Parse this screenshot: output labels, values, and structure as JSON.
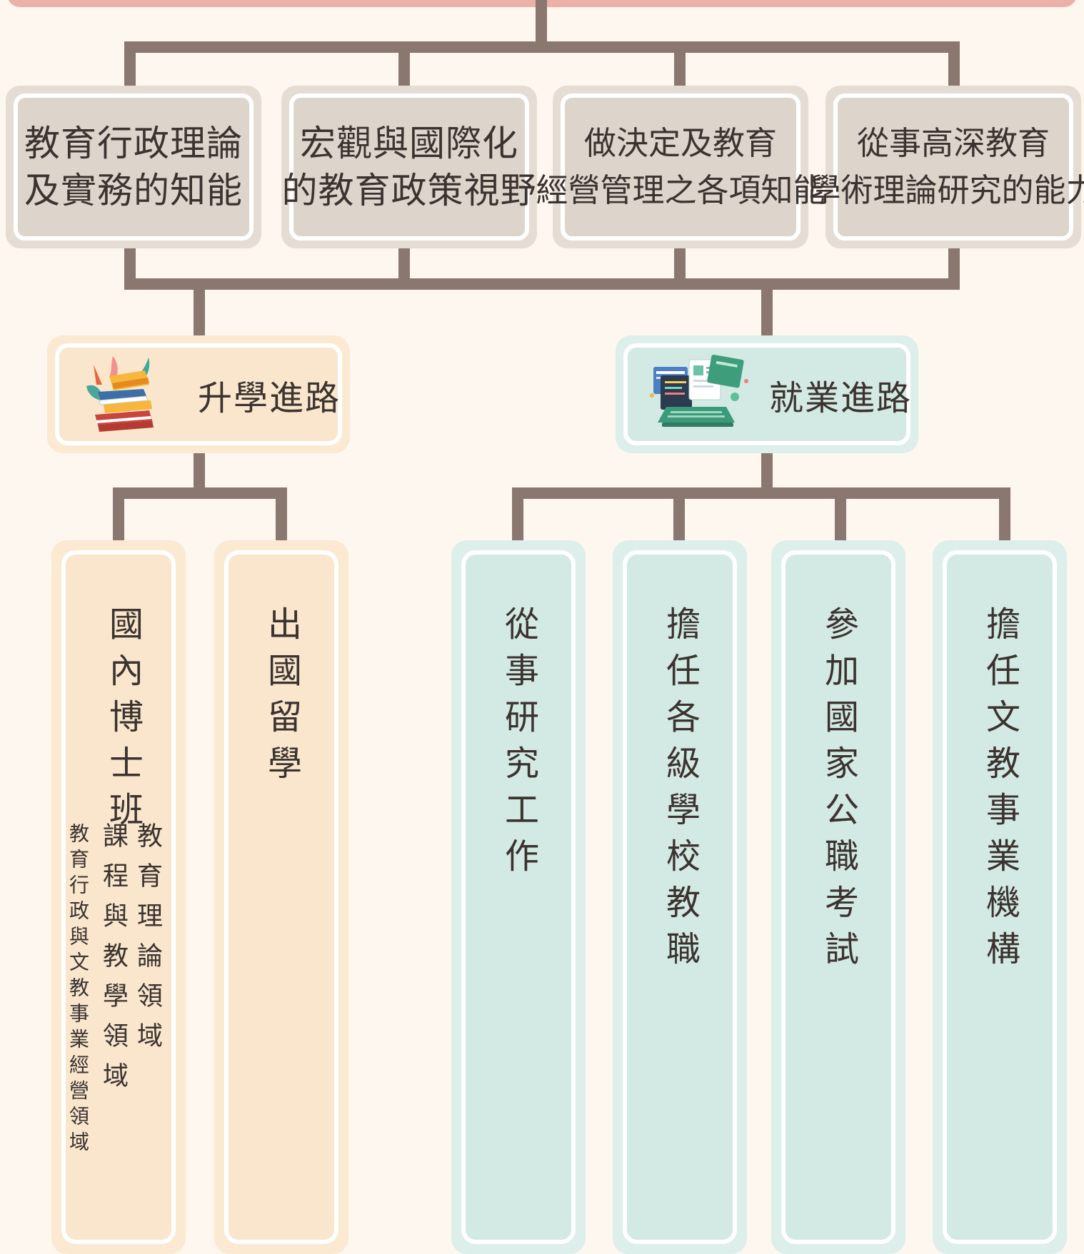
{
  "skills": [
    {
      "line1": "教育行政理論",
      "line2": "及實務的知能"
    },
    {
      "line1": "宏觀與國際化",
      "line2": "的教育政策視野"
    },
    {
      "line1": "做決定及教育",
      "line2": "經營管理之各項知能"
    },
    {
      "line1": "從事高深教育",
      "line2": "學術理論研究的能力"
    }
  ],
  "paths": {
    "further_study": "升學進路",
    "employment": "就業進路"
  },
  "further_study_options": [
    {
      "title": "國內博士班",
      "fields": [
        "教育理論領域",
        "課程與教學領域",
        "教育行政與文教事業經營領域"
      ]
    },
    {
      "title": "出國留學"
    }
  ],
  "employment_options": [
    {
      "title": "從事研究工作"
    },
    {
      "title": "擔任各級學校教職"
    },
    {
      "title": "參加國家公職考試"
    },
    {
      "title": "擔任文教事業機構"
    }
  ],
  "colors": {
    "background": "#fdf7ef",
    "connector": "#8a7770",
    "top_bar": "#ebb0a7",
    "skill_box": "#ddd5cb",
    "further_study_box": "#f9e6cd",
    "employment_box": "#d3e9e3"
  },
  "icons": {
    "further_study": "stack-of-books-icon",
    "employment": "laptop-with-documents-icon"
  }
}
